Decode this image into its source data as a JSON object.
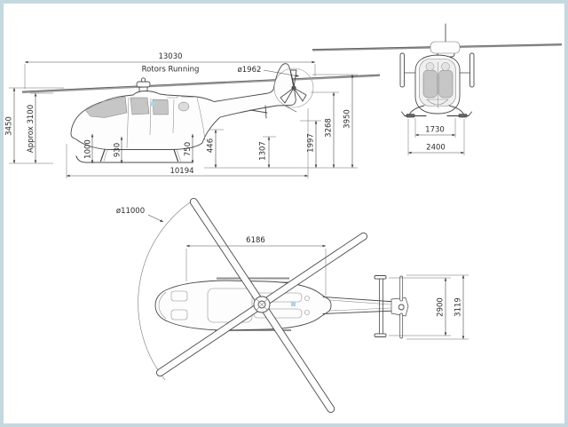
{
  "diagram": {
    "type": "helicopter-three-view-dimension-drawing",
    "units": "mm"
  },
  "colors": {
    "frame_border": "#c3d8df",
    "line": "#4a4a4a",
    "accent_marker": "#a9d6ea"
  },
  "views": {
    "side": {
      "dims": {
        "length_overall": "13030",
        "length_overall_note": "Rotors Running",
        "tail_rotor_diameter": "ø1962",
        "height_overall": "3450",
        "rotor_head_height": "Approx 3100",
        "skid_front": "1000",
        "skid_rear": "930",
        "rear_step": "750",
        "boom_clearance": "446",
        "tail_clearance": "1307",
        "fuselage_length": "10194",
        "tail_rotor_hub_height": "1997",
        "stabilizer_height": "3268",
        "fin_height": "3950"
      }
    },
    "front": {
      "dims": {
        "skid_track": "1730",
        "overall_width": "2400"
      }
    },
    "top": {
      "dims": {
        "main_rotor_diameter": "ø11000",
        "cabin_section_length": "6186",
        "stabilizer_span": "2900",
        "tail_unit_span": "3119"
      }
    }
  }
}
